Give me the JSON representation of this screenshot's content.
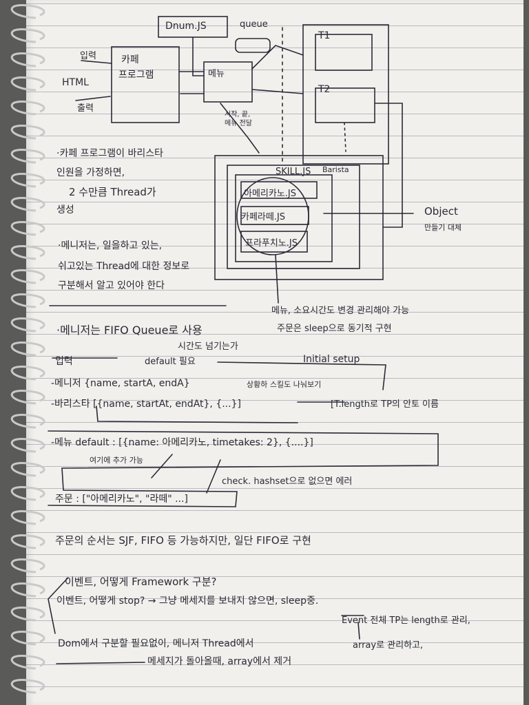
{
  "diagram": {
    "file_label": "Dnum.JS",
    "queue_label": "queue",
    "input_label": "입력",
    "html_label": "HTML",
    "output_label": "출력",
    "cafe_program_line1": "카페",
    "cafe_program_line2": "프로그램",
    "menu_box": "메뉴",
    "t1": "T1",
    "t2": "T2",
    "skill_file": "SKILL.JS",
    "barista_label": "Barista",
    "americano_js": "아메리카노.JS",
    "cafe_latte_js": "카페라떼.JS",
    "frappuccino_js": "프라푸치노.JS",
    "side_note": "시작, 끝, 메뉴 전달",
    "object_label": "Object",
    "object_sub": "만들기 대체"
  },
  "notes": {
    "n1_line1": "·카페 프로그램이 바리스타",
    "n1_line2": "인원을 가정하면,",
    "n1_line3": "2 수만큼 Thread가",
    "n1_line4": "생성",
    "n2_line1": "·메니저는, 일을하고 있는,",
    "n2_line2": "쉬고있는 Thread에 대한 정보로",
    "n2_line3": "구분해서 알고 있어야 한다",
    "menu_note_line1": "메뉴, 소요시간도 변경 관리해야 가능",
    "menu_note_line2": "주문은 sleep으로 동기적 구현",
    "n3": "·메니저는 FIFO Queue로 사용",
    "time_note": "시간도 넘기는가",
    "default_note": "default 필요",
    "initial_setup": "Initial setup",
    "input_label": "입력",
    "manager_line": "-메니저 {name, startA, endA}",
    "manager_note": "상황하 스킬도 나눠보기",
    "barista_line": "-바리스타 [{name, startAt, endAt}, {...}]",
    "barista_note": "[T.length로 TP의 안토 이름",
    "menu_default": "-메뉴 default : [{name: 아메리카노, timetakes: 2}, {....}]",
    "add_note": "여기에 추가 가능",
    "check_note": "check. hashset으로 없으면 에러",
    "order_line": "주문 : [\"아메리카노\", \"라떼\" ...]",
    "order_rule": "주문의 순서는 SJF, FIFO 등 가능하지만, 일단 FIFO로 구현",
    "q1": "이벤트, 어떻게 Framework 구분?",
    "q2": "이벤트, 어떻게 stop? → 그냥 메세지를 보내지 않으면, sleep중.",
    "q2_note": "Event 전체 TP는 length로 관리,",
    "q3": "Dom에서 구분할 필요없이, 메니저 Thread에서",
    "q3_note": "array로 관리하고,",
    "q4": "메세지가 돌아올때, array에서 제거"
  }
}
